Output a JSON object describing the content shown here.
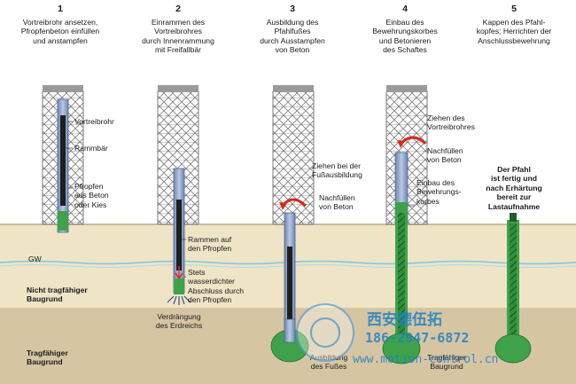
{
  "steps": [
    {
      "number": "1",
      "caption": [
        "Vortreibrohr ansetzen,",
        "Pfropfenbeton einfüllen",
        "und anstampfen"
      ]
    },
    {
      "number": "2",
      "caption": [
        "Einrammen des",
        "Vortreibrohres",
        "durch Innenrammung",
        "mit Freifallbär"
      ]
    },
    {
      "number": "3",
      "caption": [
        "Ausbildung des",
        "Pfahlfußes",
        "durch Ausstampfen",
        "von Beton"
      ]
    },
    {
      "number": "4",
      "caption": [
        "Einbau des",
        "Bewehrungskorbes",
        "und Betonieren",
        "des Schaftes"
      ]
    },
    {
      "number": "5",
      "caption": [
        "Kappen des Pfahl-",
        "kopfes; Herrichten der",
        "Anschlussbewehrung"
      ]
    }
  ],
  "labels": {
    "s1_vortreibrohr": "Vortreibrohr",
    "s1_rammbaer": "Rammbär",
    "s1_pfropfen": [
      "Pfropfen",
      "aus Beton",
      "oder Kies"
    ],
    "s2_rammen": [
      "Rammen auf",
      "den Pfropfen"
    ],
    "s2_abschluss": [
      "Stets",
      "wasserdichter",
      "Abschluss durch",
      "den Pfropfen"
    ],
    "s2_verdraengung": [
      "Verdrängung",
      "des Erdreichs"
    ],
    "s3_ziehen": [
      "Ziehen bei der",
      "Fußausbildung"
    ],
    "s3_nachfuellen": [
      "Nachfüllen",
      "von Beton"
    ],
    "s3_fuss": [
      "Ausbildung",
      "des Fußes"
    ],
    "s4_ziehen": [
      "Ziehen des",
      "Vortreibrohres"
    ],
    "s4_nachfuellen": [
      "Nachfüllen",
      "von Beton"
    ],
    "s4_einbau": [
      "Einbau des",
      "Bewehrungs-",
      "korbes"
    ],
    "s4_tragfaehiger": [
      "Tragfähiger",
      "Baugrund"
    ],
    "s5_pfahl": [
      "Der Pfahl",
      "ist fertig und",
      "nach Erhärtung",
      "bereit zur",
      "Lastaufnahme"
    ]
  },
  "ground": {
    "gw": "GW",
    "not_bearing": [
      "Nicht tragfähiger",
      "Baugrund"
    ],
    "bearing": [
      "Tragfähiger",
      "Baugrund"
    ]
  },
  "watermark": {
    "company": "西安德伍拓",
    "phone": "186-2947-6872",
    "url": "www.motion-control.cn"
  },
  "colors": {
    "sky": "#ffffff",
    "top_soil": "#efe4c6",
    "bearing_soil": "#d7c6a4",
    "water": "#7cc8e2",
    "concrete": "#3fa24a",
    "tube": "#8fa7cf",
    "arrow": "#d62a1e",
    "watermark": "#1f7fc4"
  }
}
